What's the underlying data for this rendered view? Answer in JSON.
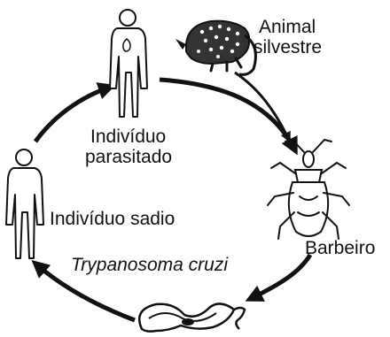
{
  "diagram": {
    "nodes": {
      "wild_animal": {
        "line1": "Animal",
        "line2": "silvestre"
      },
      "infected_person": {
        "line1": "Indivíduo",
        "line2": "parasitado"
      },
      "vector": {
        "label": "Barbeiro"
      },
      "parasite": {
        "label": "Trypanosoma cruzi"
      },
      "healthy_person": {
        "label": "Indivíduo sadio"
      }
    },
    "cycle_order": [
      "Indivíduo parasitado",
      "Barbeiro",
      "Trypanosoma cruzi",
      "Indivíduo sadio"
    ],
    "icons": {
      "wild_animal": "opossum-icon",
      "infected_person": "infected-person-icon",
      "vector": "kissing-bug-icon",
      "parasite": "trypanosome-icon",
      "healthy_person": "healthy-person-icon"
    },
    "colors": {
      "ink": "#111111",
      "background": "#ffffff"
    }
  }
}
